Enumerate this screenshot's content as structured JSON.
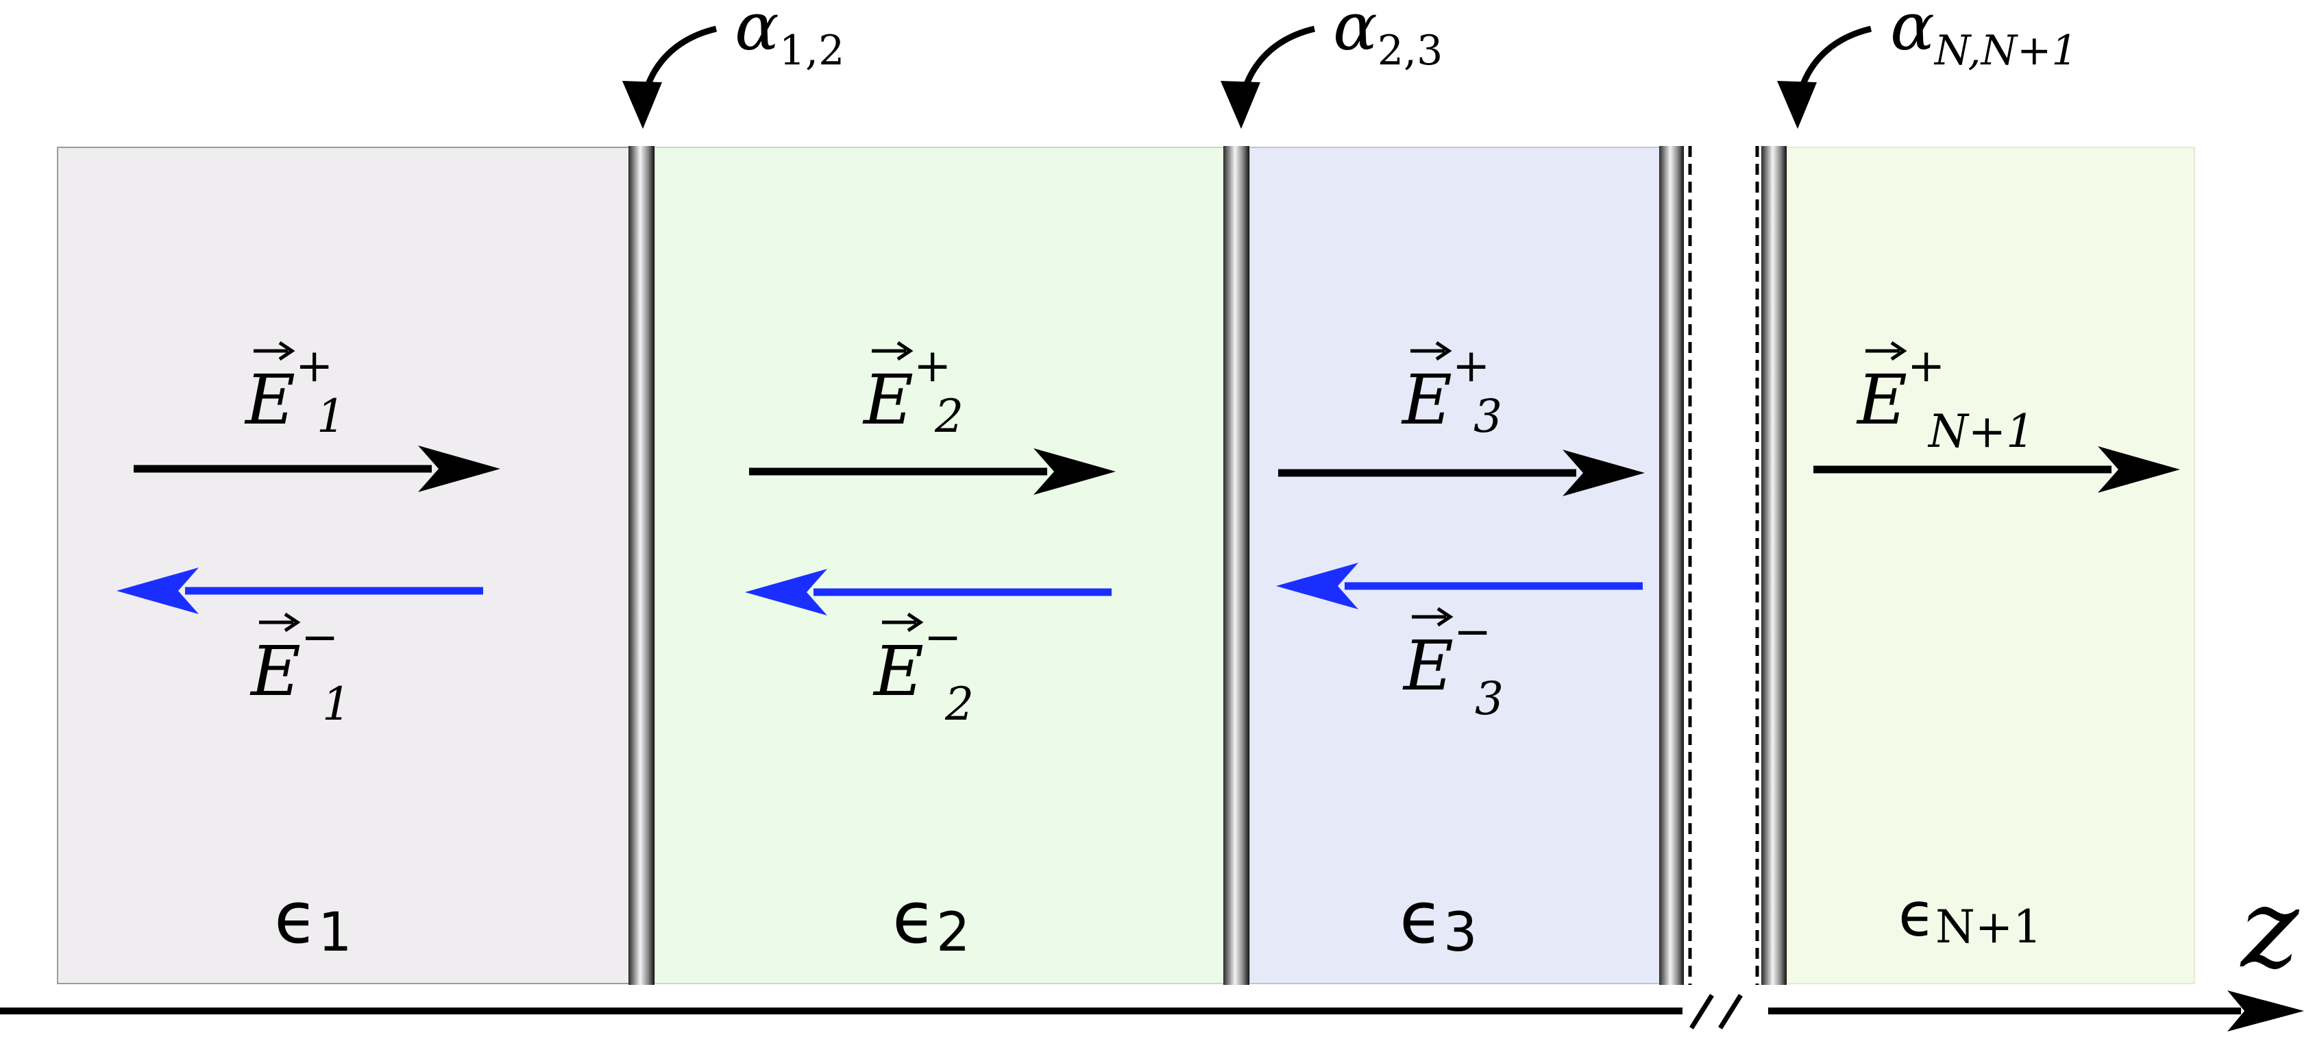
{
  "colors": {
    "medium_1": "#efedf0",
    "medium_2": "#ebfbe8",
    "medium_3": "#e6e9f7",
    "medium_N_plus_1": "#f3fbe8",
    "forward_arrow": "#000000",
    "backward_arrow": "#1a2fff"
  },
  "interfaces": [
    {
      "label": "α",
      "sub": "1,2"
    },
    {
      "label": "α",
      "sub": "2,3"
    },
    {
      "label": "α",
      "sub": "N,N+1"
    }
  ],
  "media": [
    {
      "permittivity": "ϵ",
      "permittivity_sub": "1",
      "forward": {
        "symbol": "E",
        "sup": "+",
        "sub": "1"
      },
      "backward": {
        "symbol": "E",
        "sup": "−",
        "sub": "1"
      }
    },
    {
      "permittivity": "ϵ",
      "permittivity_sub": "2",
      "forward": {
        "symbol": "E",
        "sup": "+",
        "sub": "2"
      },
      "backward": {
        "symbol": "E",
        "sup": "−",
        "sub": "2"
      }
    },
    {
      "permittivity": "ϵ",
      "permittivity_sub": "3",
      "forward": {
        "symbol": "E",
        "sup": "+",
        "sub": "3"
      },
      "backward": {
        "symbol": "E",
        "sup": "−",
        "sub": "3"
      }
    },
    {
      "permittivity": "ϵ",
      "permittivity_sub": "N+1",
      "forward": {
        "symbol": "E",
        "sup": "+",
        "sub": "N+1"
      }
    }
  ],
  "axis": {
    "label": "z"
  }
}
